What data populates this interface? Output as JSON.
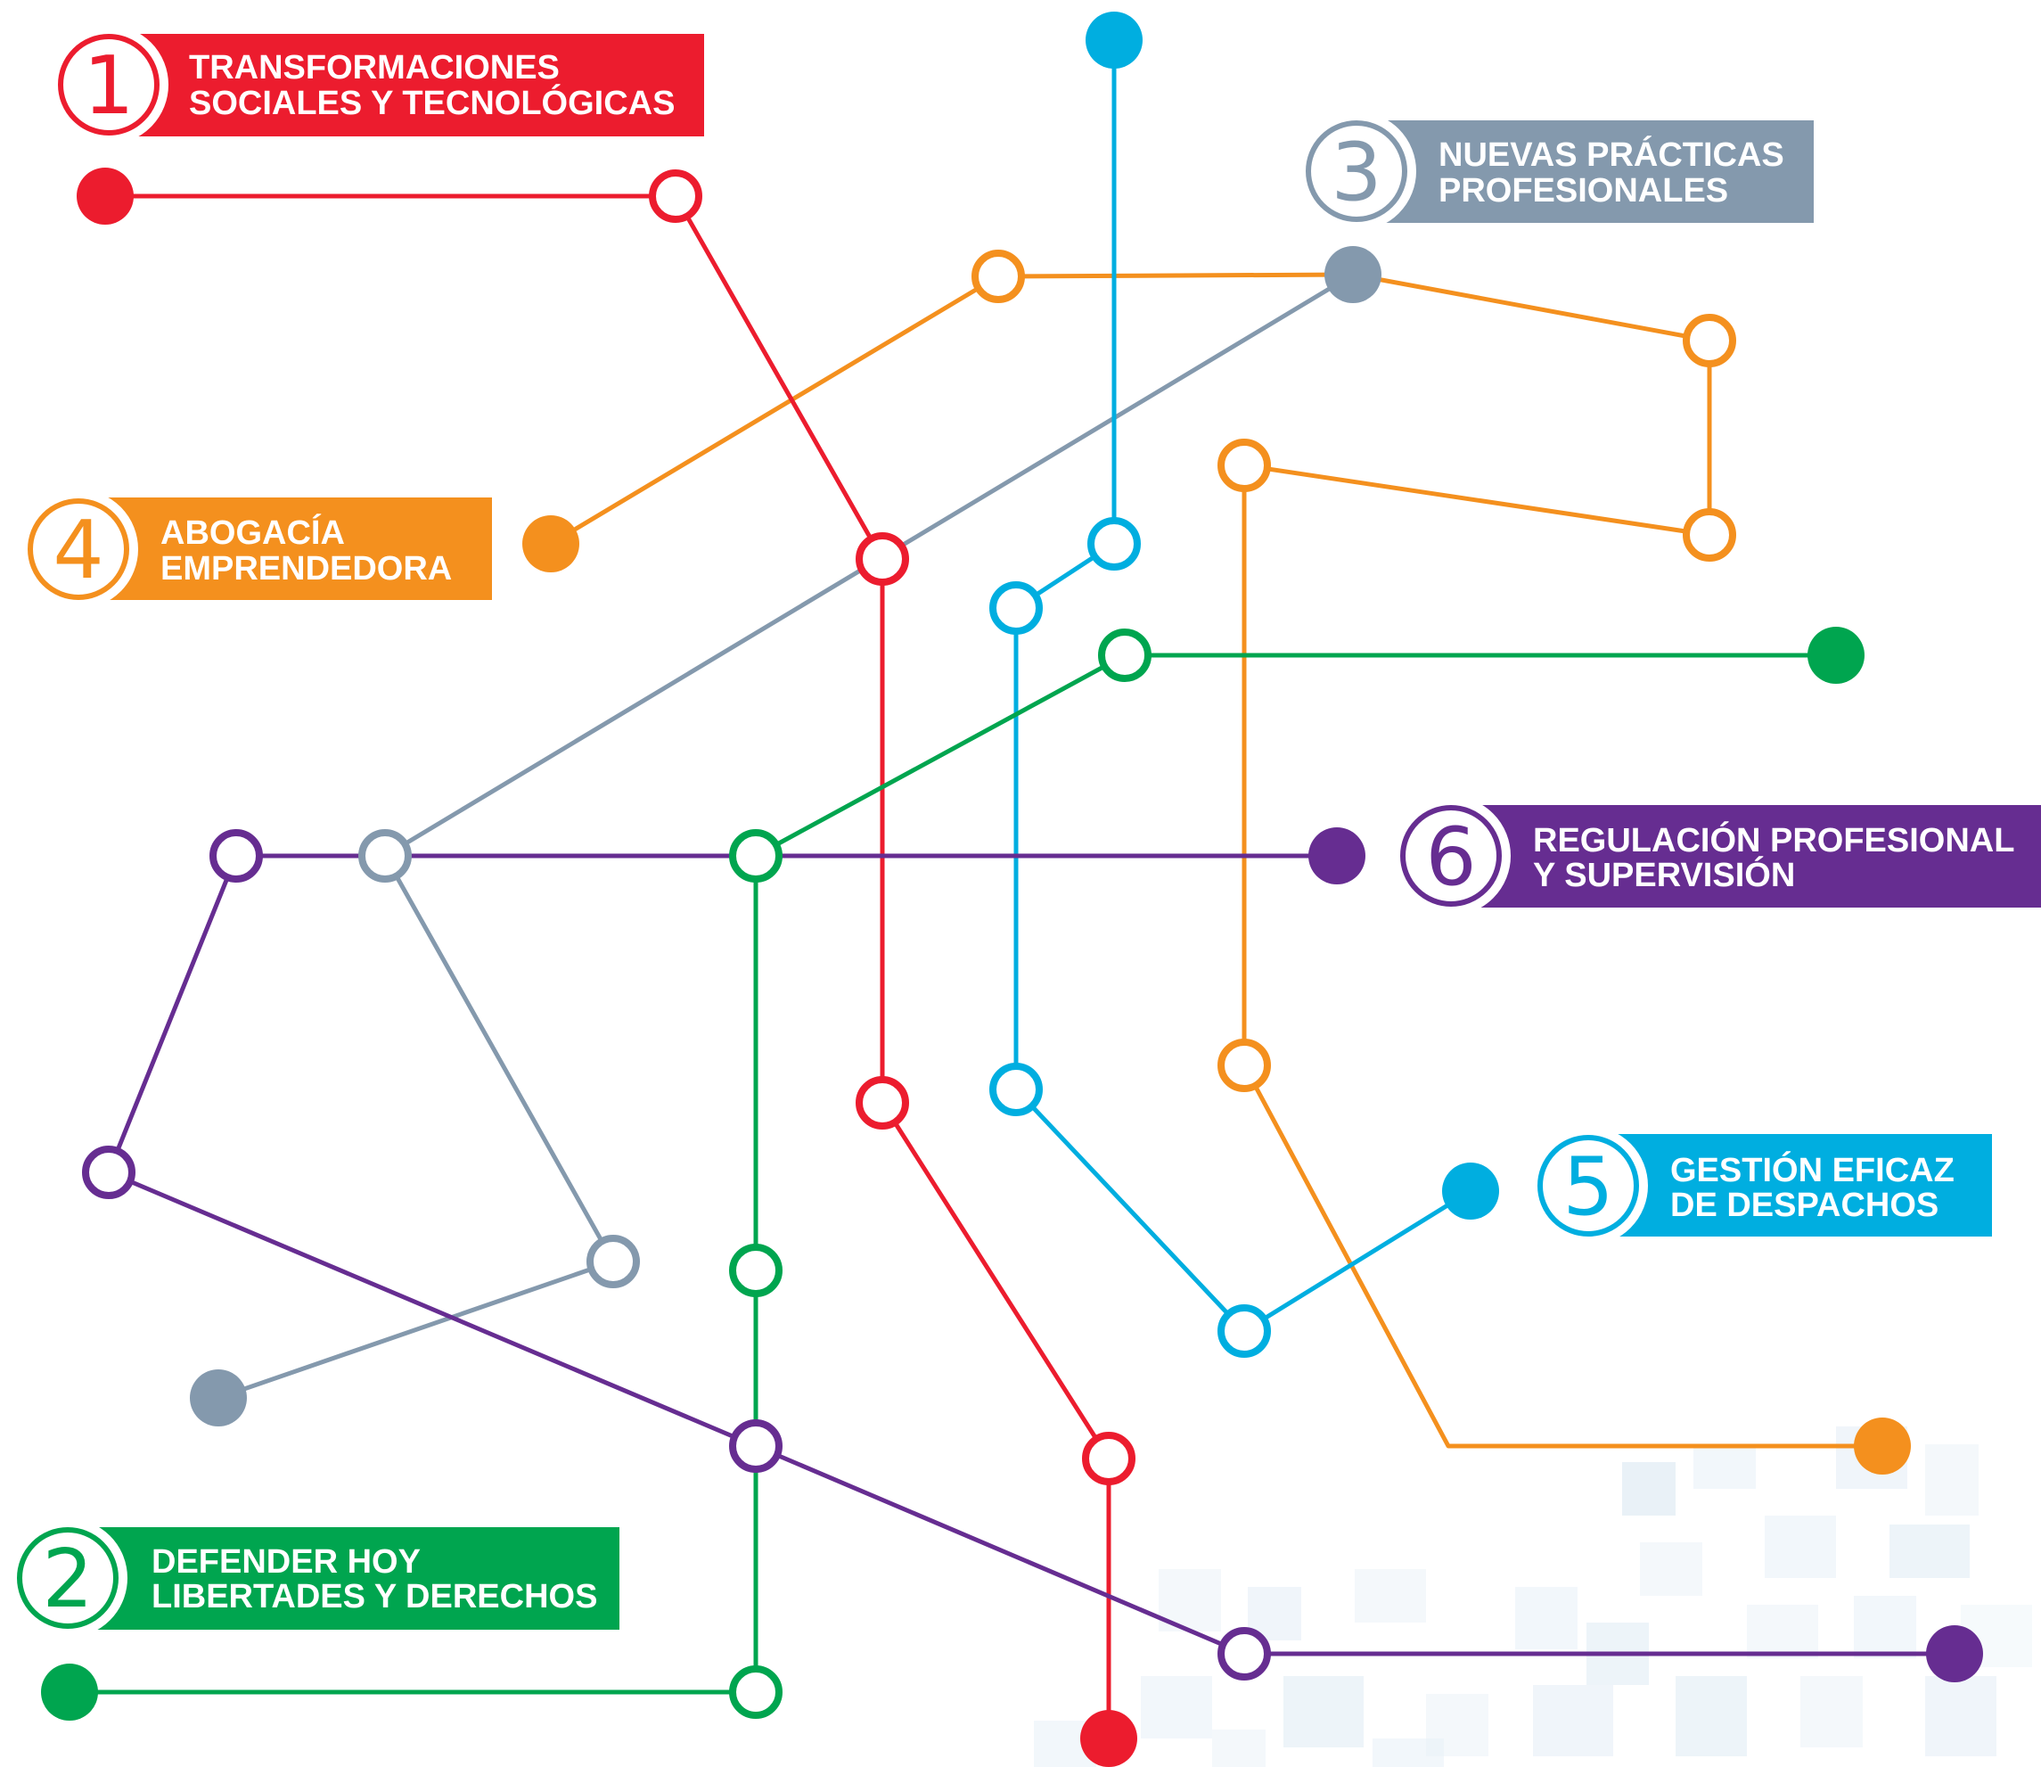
{
  "colors": {
    "red": "#ec1c2e",
    "green": "#00a54f",
    "grey": "#8499ad",
    "orange": "#f4901e",
    "blue": "#00aee0",
    "purple": "#662d91"
  },
  "labels": [
    {
      "id": "l1",
      "number": "1",
      "line1": "TRANSFORMACIONES",
      "line2": "SOCIALES Y TECNOLÓGICAS",
      "color": "red"
    },
    {
      "id": "l2",
      "number": "2",
      "line1": "DEFENDER HOY",
      "line2": "LIBERTADES Y DERECHOS",
      "color": "green"
    },
    {
      "id": "l3",
      "number": "3",
      "line1": "NUEVAS PRÁCTICAS",
      "line2": "PROFESIONALES",
      "color": "grey"
    },
    {
      "id": "l4",
      "number": "4",
      "line1": "ABOGACÍA",
      "line2": "EMPRENDEDORA",
      "color": "orange"
    },
    {
      "id": "l5",
      "number": "5",
      "line1": "GESTIÓN EFICAZ",
      "line2": "DE DESPACHOS",
      "color": "blue"
    },
    {
      "id": "l6",
      "number": "6",
      "line1": "REGULACIÓN PROFESIONAL",
      "line2": "Y SUPERVISIÓN",
      "color": "purple"
    }
  ]
}
